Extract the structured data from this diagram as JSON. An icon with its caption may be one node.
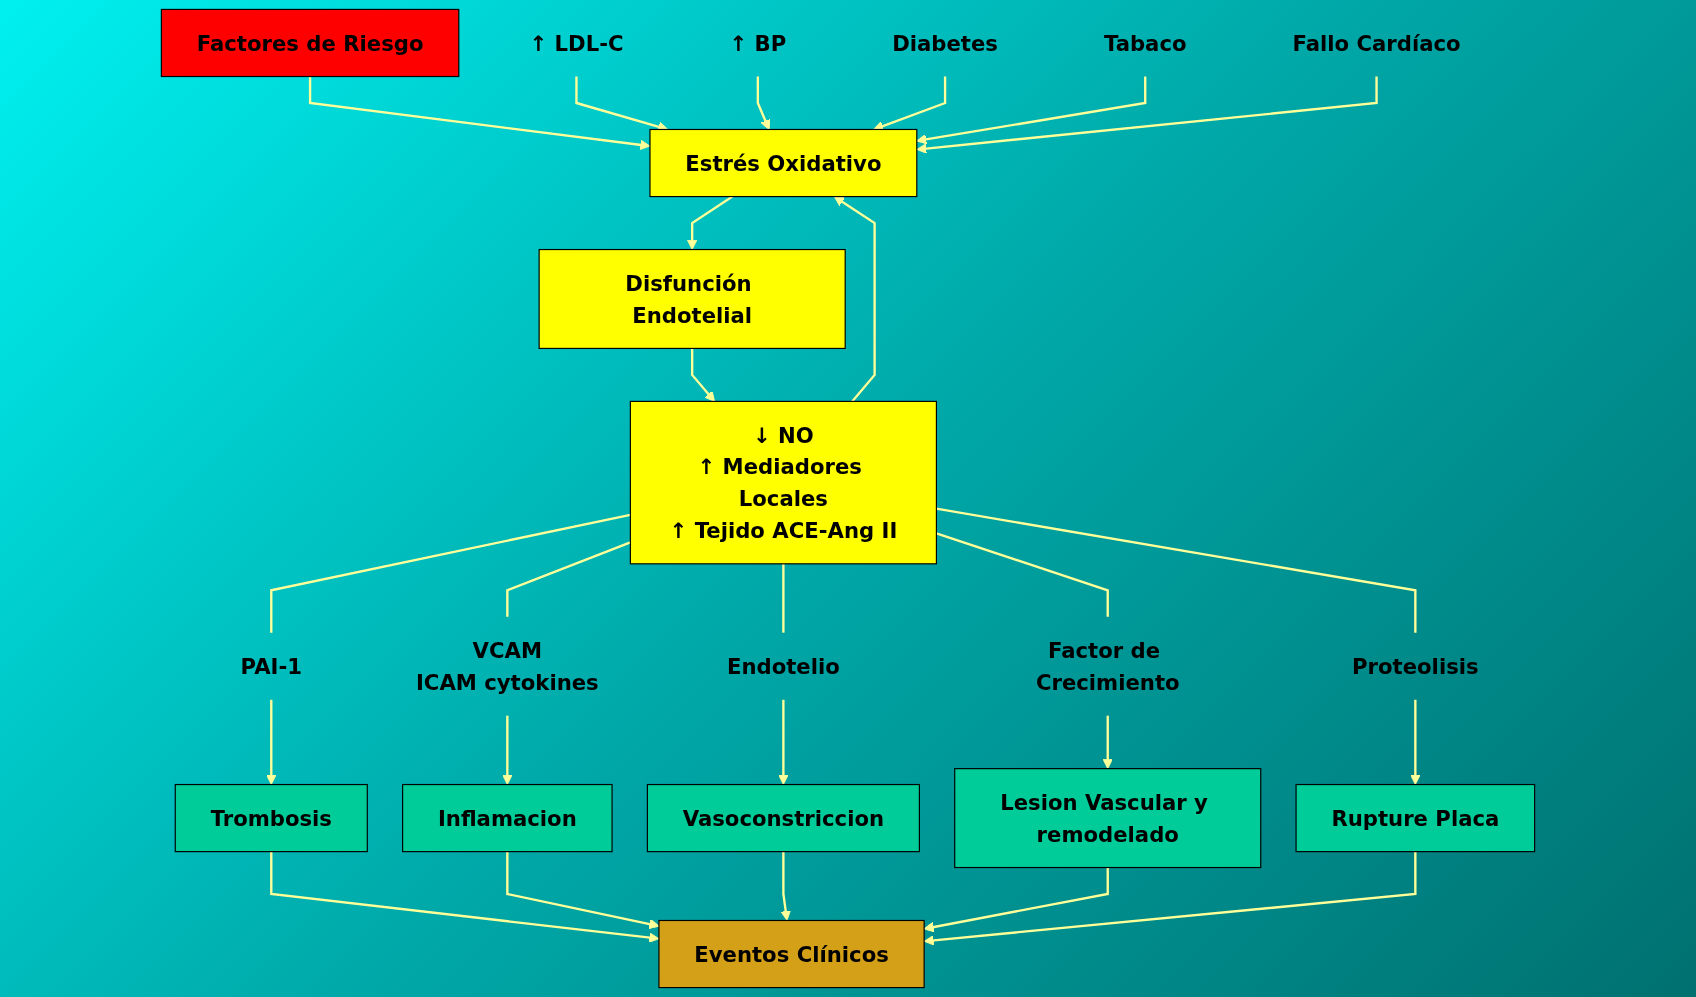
{
  "diagram": {
    "nodes": [
      {
        "text": [
          "Factores de Riesgo"
        ]
      },
      {
        "text": [
          "↑ LDL-C"
        ]
      },
      {
        "text": [
          "↑ BP"
        ]
      },
      {
        "text": [
          "Diabetes"
        ]
      },
      {
        "text": [
          "Tabaco"
        ]
      },
      {
        "text": [
          "Fallo Cardíaco"
        ]
      },
      {
        "text": [
          "Estrés Oxidativo"
        ]
      },
      {
        "text": [
          "Disfunción Endotelial"
        ]
      },
      {
        "text": [
          "↓ NO",
          "↑ Mediadores Locales",
          "↑ Tejido ACE-Ang II"
        ]
      },
      {
        "text": [
          "PAI-1"
        ]
      },
      {
        "text": [
          "VCAM",
          "ICAM cytokines"
        ]
      },
      {
        "text": [
          "Endotelio"
        ]
      },
      {
        "text": [
          "Factor de Crecimiento"
        ]
      },
      {
        "text": [
          "Proteolisis"
        ]
      },
      {
        "text": [
          "Trombosis"
        ]
      },
      {
        "text": [
          "Inflamacion"
        ]
      },
      {
        "text": [
          "Vasoconstriccion"
        ]
      },
      {
        "text": [
          "Lesion Vascular y remodelado"
        ]
      },
      {
        "text": [
          "Rupture Placa"
        ]
      },
      {
        "text": [
          "Eventos Clínicos"
        ]
      }
    ],
    "edges": [
      {
        "from": 0,
        "to": 6,
        "arrow": "to"
      },
      {
        "from": 1,
        "to": 6,
        "arrow": "to"
      },
      {
        "from": 2,
        "to": 6,
        "arrow": "to"
      },
      {
        "from": 3,
        "to": 6,
        "arrow": "to"
      },
      {
        "from": 4,
        "to": 6,
        "arrow": "to"
      },
      {
        "from": 5,
        "to": 6,
        "arrow": "to"
      },
      {
        "from": 6,
        "to": 7,
        "arrow": "to"
      },
      {
        "from": 7,
        "to": 8,
        "arrow": "to"
      },
      {
        "from": 8,
        "to": 6,
        "arrow": "to"
      },
      {
        "from": 8,
        "to": 9,
        "arrow": "none"
      },
      {
        "from": 8,
        "to": 10,
        "arrow": "none"
      },
      {
        "from": 8,
        "to": 11,
        "arrow": "none"
      },
      {
        "from": 8,
        "to": 12,
        "arrow": "none"
      },
      {
        "from": 8,
        "to": 13,
        "arrow": "none"
      },
      {
        "from": 9,
        "to": 14,
        "arrow": "to"
      },
      {
        "from": 10,
        "to": 15,
        "arrow": "to"
      },
      {
        "from": 11,
        "to": 16,
        "arrow": "to"
      },
      {
        "from": 12,
        "to": 17,
        "arrow": "to"
      },
      {
        "from": 13,
        "to": 18,
        "arrow": "to"
      },
      {
        "from": 14,
        "to": 19,
        "arrow": "to"
      },
      {
        "from": 15,
        "to": 19,
        "arrow": "to"
      },
      {
        "from": 16,
        "to": 19,
        "arrow": "to"
      },
      {
        "from": 17,
        "to": 19,
        "arrow": "to"
      },
      {
        "from": 18,
        "to": 19,
        "arrow": "to"
      }
    ]
  }
}
